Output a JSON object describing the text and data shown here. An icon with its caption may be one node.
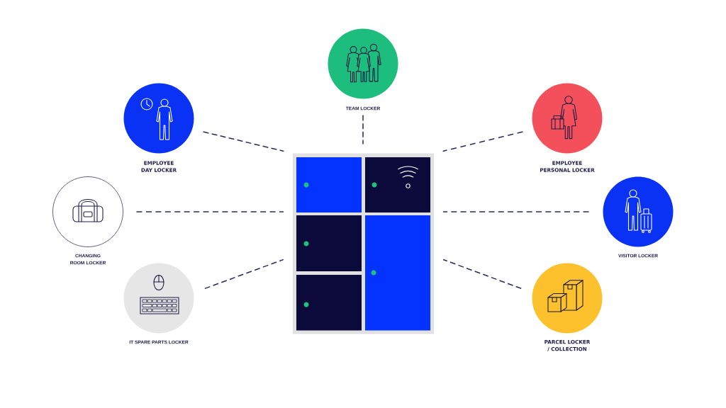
{
  "diagram": {
    "nodes": [
      {
        "text": [
          "TEAM LOCKER"
        ]
      },
      {
        "text": [
          "EMPLOYEE DAY LOCKER"
        ]
      },
      {
        "text": [
          "EMPLOYEE PERSONAL LOCKER"
        ]
      },
      {
        "text": [],
        "shape": "picture"
      },
      {
        "text": [
          "CHANGING ROOM LOCKER"
        ]
      },
      {
        "text": [
          "VISITOR LOCKER"
        ]
      },
      {
        "text": [
          "IT SPARE PARTS LOCKER"
        ]
      },
      {
        "text": [
          "PARCEL LOCKER / COLLECTION"
        ]
      }
    ],
    "edges": [
      {
        "from": 0,
        "to": 3,
        "arrow": "none",
        "style": "dashed"
      },
      {
        "from": 1,
        "to": 3,
        "arrow": "none",
        "style": "dashed"
      },
      {
        "from": 2,
        "to": 3,
        "arrow": "none",
        "style": "dashed"
      },
      {
        "from": 4,
        "to": 3,
        "arrow": "none",
        "style": "dashed"
      },
      {
        "from": 5,
        "to": 3,
        "arrow": "none",
        "style": "dashed"
      },
      {
        "from": 6,
        "to": 3,
        "arrow": "none",
        "style": "dashed"
      },
      {
        "from": 7,
        "to": 3,
        "arrow": "none",
        "style": "dashed"
      }
    ]
  }
}
